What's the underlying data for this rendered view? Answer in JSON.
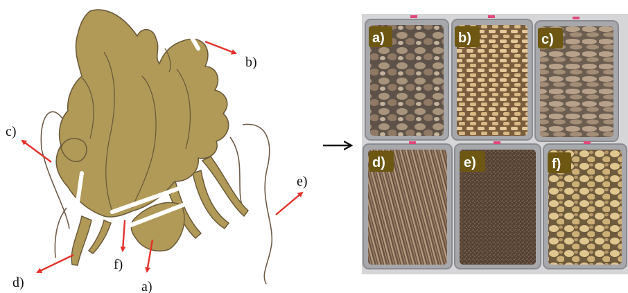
{
  "diagram": {
    "labels": {
      "a": "a)",
      "b": "b)",
      "c": "c)",
      "d": "d)",
      "e": "e)",
      "f": "f)"
    },
    "arrow_glyph": "→"
  },
  "photo": {
    "panels": [
      {
        "label": "a)"
      },
      {
        "label": "b)"
      },
      {
        "label": "c)"
      },
      {
        "label": "d)"
      },
      {
        "label": "e)"
      },
      {
        "label": "f)"
      }
    ]
  },
  "colors": {
    "rhizome_fill": "#b19a57",
    "rhizome_outline": "#6b5a3a",
    "root_line": "#6e5b49",
    "cut_line": "#ffffff",
    "pointer_arrow": "#e4312b",
    "label_box": "#6d5713",
    "label_text": "#ffffff",
    "tray_metal": "#a7a8ac",
    "photo_background": "#d6d6d9"
  }
}
